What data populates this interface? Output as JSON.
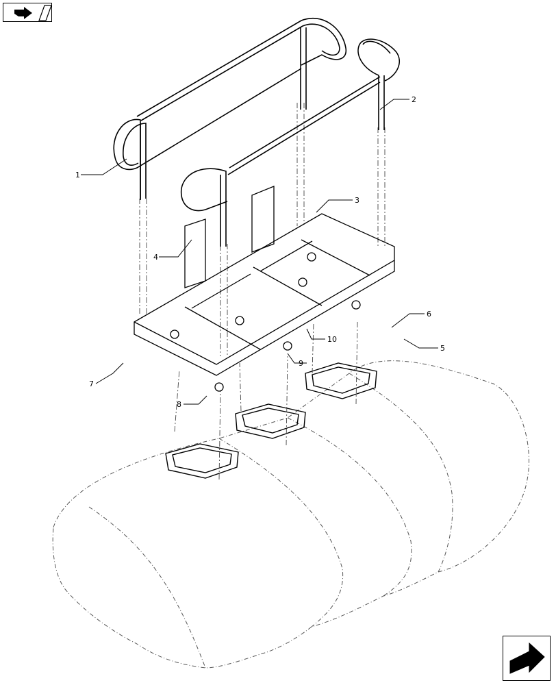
{
  "callouts": [
    {
      "id": "c1",
      "label": "1"
    },
    {
      "id": "c2",
      "label": "2"
    },
    {
      "id": "c3",
      "label": "3"
    },
    {
      "id": "c4",
      "label": "4"
    },
    {
      "id": "c5",
      "label": "5"
    },
    {
      "id": "c6",
      "label": "6"
    },
    {
      "id": "c7",
      "label": "7"
    },
    {
      "id": "c8",
      "label": "8"
    },
    {
      "id": "c9",
      "label": "9"
    },
    {
      "id": "c10",
      "label": "10"
    }
  ],
  "navigation": {
    "previous_icon": "back-arrow-icon",
    "next_icon": "next-arrow-icon"
  }
}
